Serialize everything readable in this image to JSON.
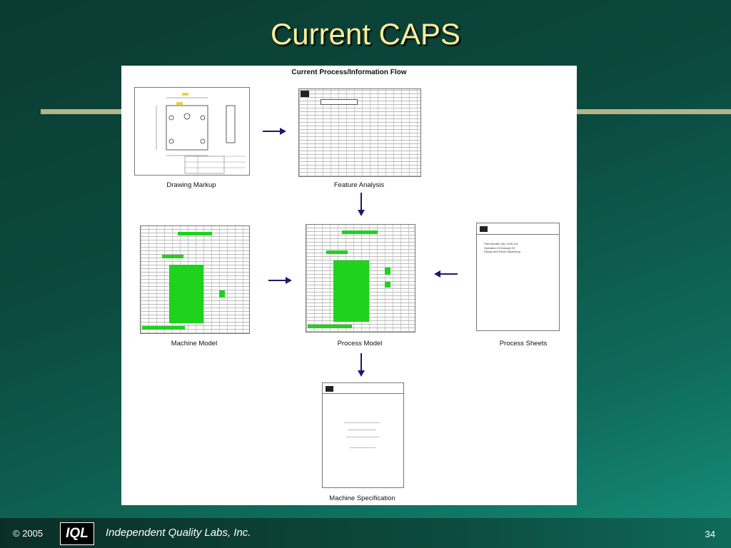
{
  "slide": {
    "title": "Current CAPS",
    "panel_title": "Current Process/Information Flow"
  },
  "nodes": {
    "drawing_markup": "Drawing Markup",
    "feature_analysis": "Feature Analysis",
    "machine_model": "Machine Model",
    "process_model": "Process Model",
    "process_sheets": "Process Sheets",
    "machine_specification": "Machine Specification"
  },
  "process_sheet_doc": {
    "line1": "Part Number IQL-1100-411",
    "line2": "Operation 10 through 23",
    "line3": "Rough and Finish Machining"
  },
  "footer": {
    "copyright": "© 2005",
    "logo": "IQL",
    "company": "Independent Quality Labs, Inc.",
    "page_number": "34"
  },
  "colors": {
    "title": "#ffee99",
    "arrow": "#1a1a6e",
    "highlight": "#1ed21e",
    "rule": "#b5b38a"
  }
}
